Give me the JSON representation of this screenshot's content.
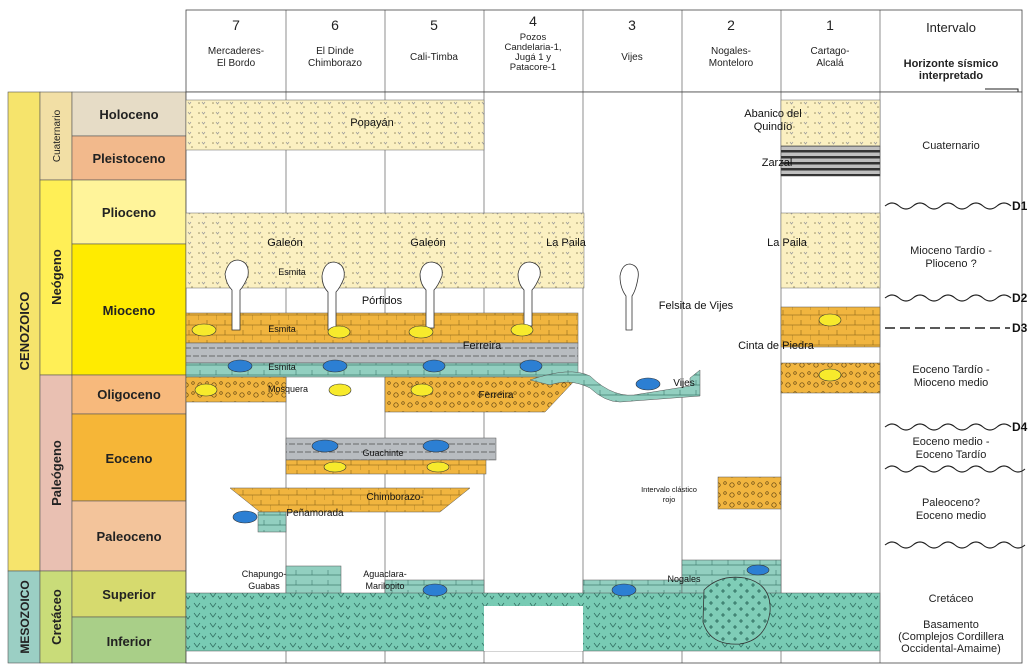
{
  "eras": [
    {
      "id": "cenozoico",
      "label": "CENOZOICO"
    },
    {
      "id": "mesozoico",
      "label": "MESOZOICO"
    }
  ],
  "periods": [
    {
      "id": "cuaternario",
      "label": "Cuaternario"
    },
    {
      "id": "neogeno",
      "label": "Neógeno"
    },
    {
      "id": "paleogeno",
      "label": "Paleógeno"
    },
    {
      "id": "cretaceo",
      "label": "Cretáceo"
    }
  ],
  "epochs": [
    {
      "id": "holoceno",
      "label": "Holoceno"
    },
    {
      "id": "pleistoceno",
      "label": "Pleistoceno"
    },
    {
      "id": "plioceno",
      "label": "Plioceno"
    },
    {
      "id": "mioceno",
      "label": "Mioceno"
    },
    {
      "id": "oligoceno",
      "label": "Oligoceno"
    },
    {
      "id": "eoceno",
      "label": "Eoceno"
    },
    {
      "id": "paleoceno",
      "label": "Paleoceno"
    },
    {
      "id": "superior",
      "label": "Superior"
    },
    {
      "id": "inferior",
      "label": "Inferior"
    }
  ],
  "columns": [
    {
      "num": "7",
      "lines": [
        "Mercaderes-",
        "El Bordo"
      ]
    },
    {
      "num": "6",
      "lines": [
        "El Dinde",
        "Chimborazo"
      ]
    },
    {
      "num": "5",
      "lines": [
        "Cali-Timba"
      ]
    },
    {
      "num": "4",
      "lines": [
        "Pozos",
        "Candelaria-1,",
        "Jugá 1 y",
        "Patacore-1"
      ]
    },
    {
      "num": "3",
      "lines": [
        "Vijes"
      ]
    },
    {
      "num": "2",
      "lines": [
        "Nogales-",
        "Monteloro"
      ]
    },
    {
      "num": "1",
      "lines": [
        "Cartago-",
        "Alcalá"
      ]
    }
  ],
  "interval_header": {
    "title": "Intervalo",
    "subtitle_lines": [
      "Horizonte sísmico",
      "interpretado"
    ]
  },
  "intervals": [
    {
      "id": "cuaternario",
      "lines": [
        "Cuaternario"
      ]
    },
    {
      "id": "mioceno-plioceno",
      "lines": [
        "Mioceno Tardío -",
        "Plioceno ?"
      ]
    },
    {
      "id": "eoceno-mioceno",
      "lines": [
        "Eoceno Tardío -",
        "Mioceno medio"
      ]
    },
    {
      "id": "eoceno-medio",
      "lines": [
        "Eoceno medio -",
        "Eoceno Tardío"
      ]
    },
    {
      "id": "paleoceno-eoceno",
      "lines": [
        "Paleoceno?",
        "Eoceno medio"
      ]
    },
    {
      "id": "cretaceo",
      "lines": [
        "Cretáceo"
      ]
    },
    {
      "id": "basamento",
      "lines": [
        "Basamento",
        "(Complejos Cordillera",
        "Occidental-Amaime)"
      ]
    }
  ],
  "horizons": [
    "D1",
    "D2",
    "D3",
    "D4"
  ],
  "units": {
    "popayan": "Popayán",
    "abanico": [
      "Abanico del",
      "Quindío"
    ],
    "zarzal": "Zarzal",
    "galeon_a": "Galeón",
    "galeon_b": "Galeón",
    "la_paila_a": "La Paila",
    "la_paila_b": "La Paila",
    "esmita_1": "Esmita",
    "esmita_2": "Esmita",
    "esmita_3": "Esmita",
    "porfidos": "Pórfidos",
    "felsita": "Felsita de Vijes",
    "ferreira_1": "Ferreira",
    "ferreira_2": "Ferreira",
    "cinta": "Cinta de Piedra",
    "mosquera": "Mosquera",
    "vijes": "Vijes",
    "guachinte": "Guachinte",
    "chimborazo": "Chimborazo-",
    "penamorada": "Peñamorada",
    "intervalo_rojo": [
      "Intervalo clástico",
      "rojo"
    ],
    "chapungo": [
      "Chapungo-",
      "Guabas"
    ],
    "aguaclara": [
      "Aguaclara-",
      "Marilopito"
    ],
    "nogales": "Nogales"
  },
  "colors": {
    "holoceno": "#e6dcc6",
    "pleistoceno": "#f2b98c",
    "plioceno": "#fff49a",
    "mioceno": "#ffeb00",
    "oligoceno": "#f7b97c",
    "eoceno": "#f6b637",
    "paleoceno": "#f3c49b",
    "superior": "#d6da6e",
    "inferior": "#a9cf88",
    "cuaternario": "#f2dfa5",
    "neogeno": "#ffef56",
    "paleogeno": "#e9c0b2",
    "cretaceo": "#c9dc79",
    "cenozoico": "#f6e46c",
    "mesozoico": "#9bcfc4",
    "sand": "#fbf0c1",
    "clastic": "#f1b53f",
    "shale": "#b8bcc0",
    "carbonate": "#92cfc0",
    "basement": "#78cbb4",
    "coal": "#3f3f3f",
    "ellipse_y": "#f7ea2c",
    "ellipse_b": "#2c7fd3"
  }
}
